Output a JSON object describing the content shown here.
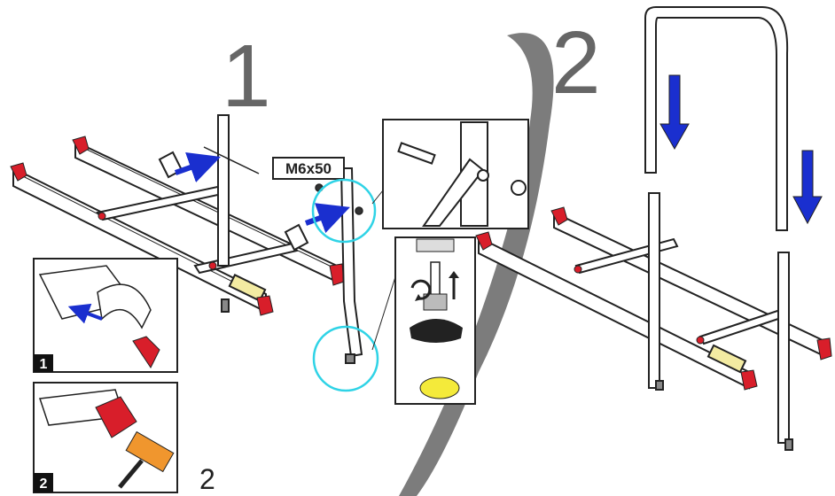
{
  "steps": {
    "step1_label": "1",
    "step2_label": "2"
  },
  "callout": {
    "bolt_size": "M6x50"
  },
  "insets": {
    "inset1_label": "1",
    "inset2_label": "2",
    "inset2_side_label": "2"
  },
  "colors": {
    "rail_red": "#d81e2a",
    "arrow_blue": "#1a2fcf",
    "highlight_cyan": "#2fd3e6",
    "tag_yellow": "#f4ea3a",
    "numeral_gray": "#666666",
    "swoosh_gray": "#6e6e6e"
  },
  "icons": {
    "rotate": "rotate-arrow-icon",
    "up": "up-arrow-icon",
    "down": "down-arrow-icon"
  }
}
